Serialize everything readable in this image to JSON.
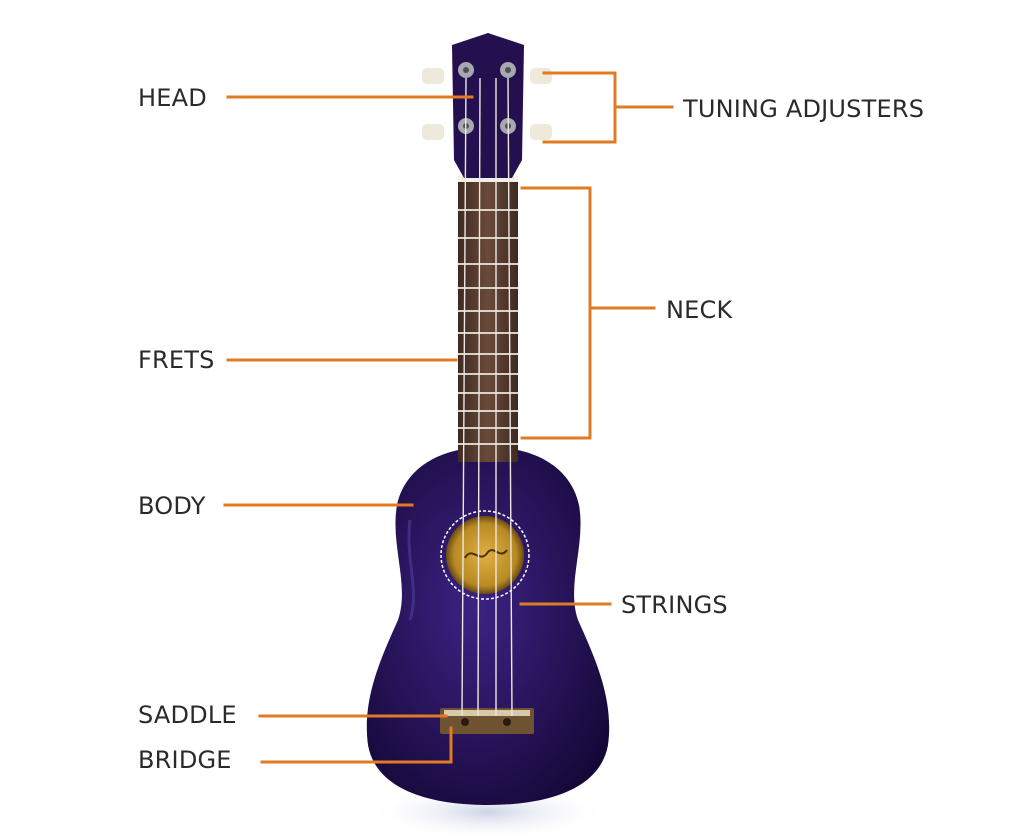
{
  "labels": {
    "head": "HEAD",
    "tuning_adjusters": "TUNING ADJUSTERS",
    "neck": "NECK",
    "frets": "FRETS",
    "body": "BODY",
    "strings": "STRINGS",
    "saddle": "SADDLE",
    "bridge": "BRIDGE"
  },
  "colors": {
    "leader_line": "#e07b24",
    "ukulele_body": "#2a1560",
    "fretboard": "#5a3c30",
    "soundhole_ring": "#c8a84a",
    "label_text": "#2a2a2a"
  }
}
